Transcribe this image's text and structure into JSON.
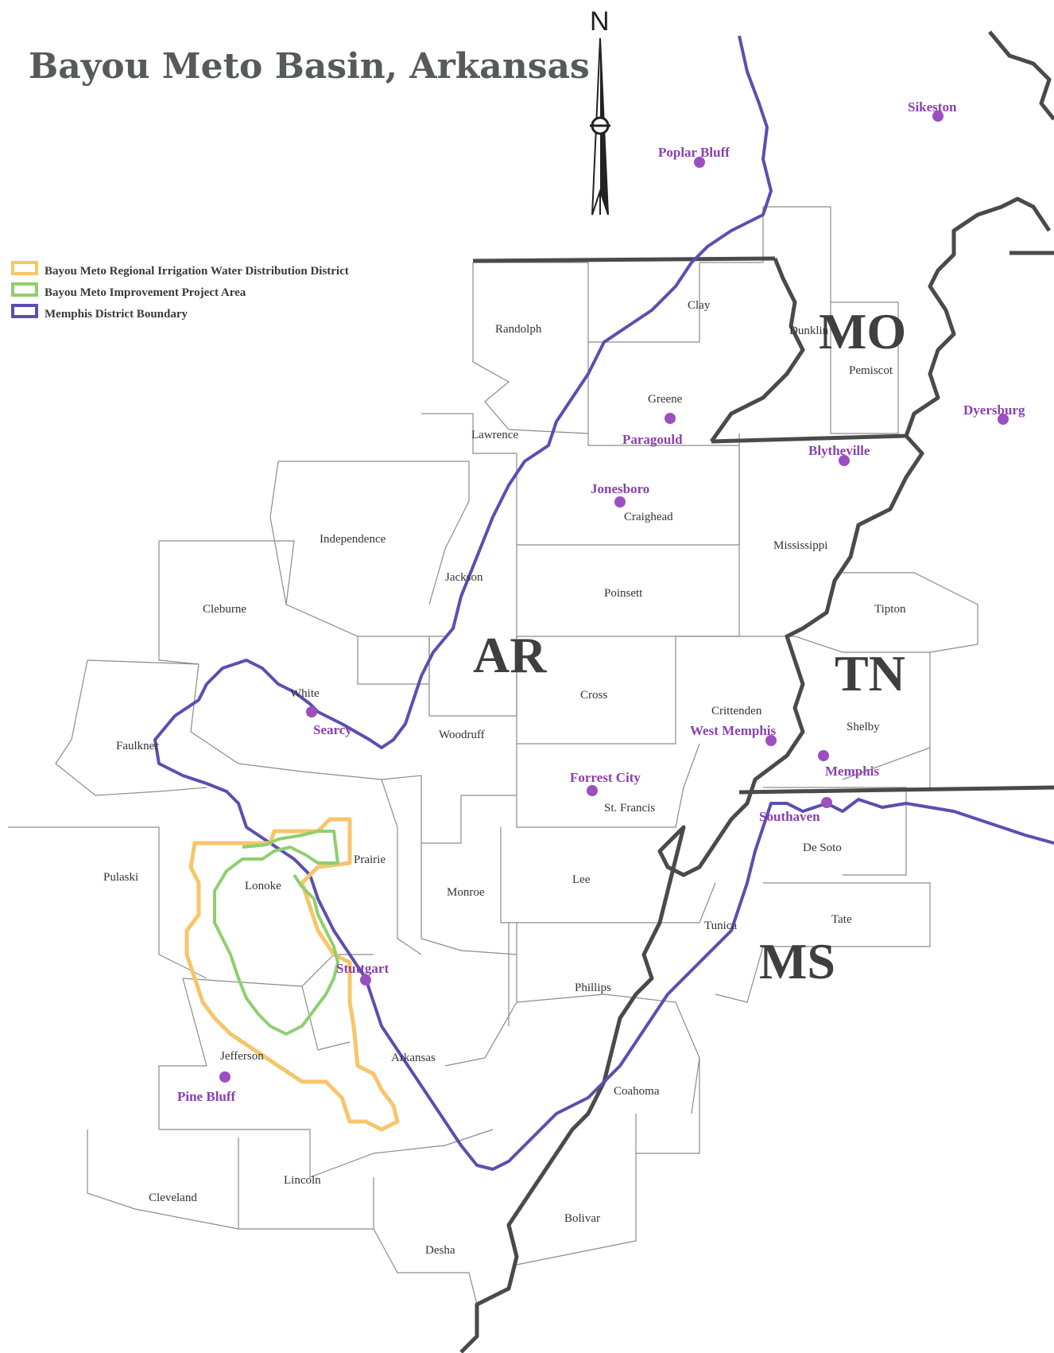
{
  "title": "Bayou Meto Basin, Arkansas",
  "north_label": "N",
  "colors": {
    "regional_irrigation": "#f7c56a",
    "improvement_project": "#8fcf6e",
    "memphis_boundary": "#5a4fb0",
    "state_line": "#4a4a4a",
    "mississippi_river": "#4a4a4a",
    "city_dot": "#9b4fc0",
    "city_label": "#8a3fae",
    "county_line": "#8c8c8c"
  },
  "legend": [
    {
      "label": "Bayou Meto Regional Irrigation Water Distribution District",
      "color": "#f7c56a"
    },
    {
      "label": "Bayou Meto Improvement Project Area",
      "color": "#8fcf6e"
    },
    {
      "label": "Memphis District Boundary",
      "color": "#5a4fb0"
    }
  ],
  "states": [
    "MO",
    "AR",
    "TN",
    "MS"
  ],
  "counties": [
    "Clay",
    "Randolph",
    "Dunklin",
    "Pemiscot",
    "Greene",
    "Lawrence",
    "Craighead",
    "Independence",
    "Jackson",
    "Mississippi",
    "Poinsett",
    "Cleburne",
    "Tipton",
    "White",
    "Cross",
    "Crittenden",
    "Shelby",
    "Woodruff",
    "Faulkner",
    "St. Francis",
    "De Soto",
    "Prairie",
    "Pulaski",
    "Lonoke",
    "Monroe",
    "Lee",
    "Tunica",
    "Tate",
    "Phillips",
    "Jefferson",
    "Arkansas",
    "Coahoma",
    "Lincoln",
    "Cleveland",
    "Bolivar",
    "Desha"
  ],
  "cities": [
    "Sikeston",
    "Poplar Bluff",
    "Dyersburg",
    "Paragould",
    "Blytheville",
    "Jonesboro",
    "Searcy",
    "West Memphis",
    "Memphis",
    "Forrest City",
    "Southaven",
    "Stuttgart",
    "Pine Bluff"
  ]
}
